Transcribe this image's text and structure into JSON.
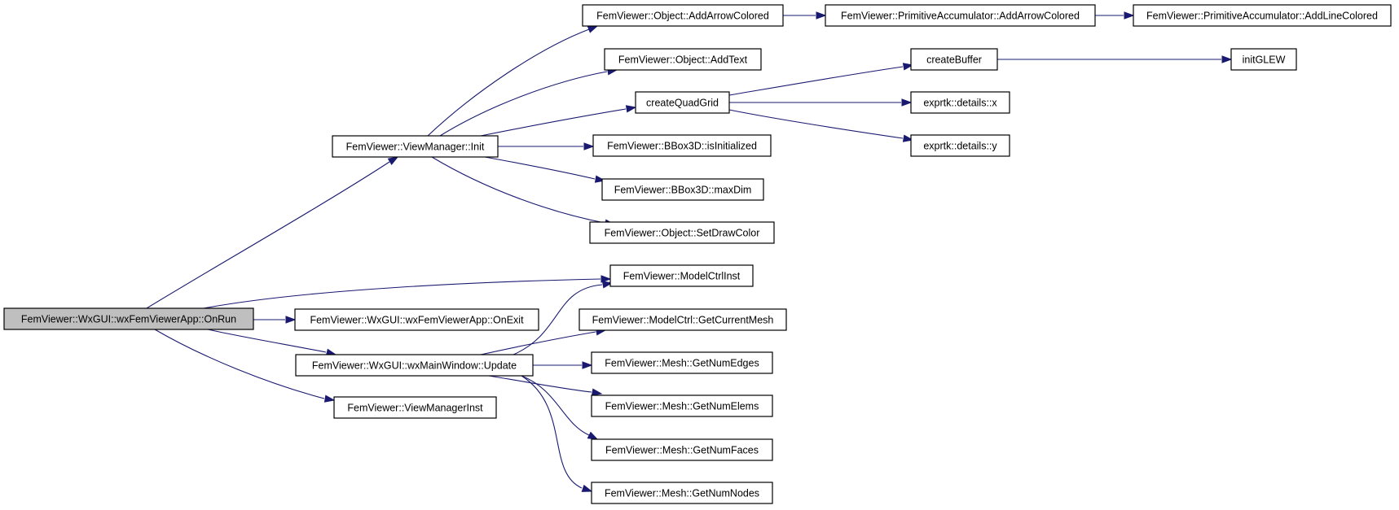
{
  "diagram": {
    "type": "call-graph",
    "root": "onrun",
    "colors": {
      "edge": "#191970",
      "root_fill": "#bfbfbf",
      "node_fill": "#ffffff",
      "node_border": "#000000"
    },
    "nodes": [
      {
        "id": "onrun",
        "label": "FemViewer::WxGUI::wxFemViewerApp::OnRun"
      },
      {
        "id": "init",
        "label": "FemViewer::ViewManager::Init"
      },
      {
        "id": "onexit",
        "label": "FemViewer::WxGUI::wxFemViewerApp::OnExit"
      },
      {
        "id": "update",
        "label": "FemViewer::WxGUI::wxMainWindow::Update"
      },
      {
        "id": "vminst",
        "label": "FemViewer::ViewManagerInst"
      },
      {
        "id": "addarrow",
        "label": "FemViewer::Object::AddArrowColored"
      },
      {
        "id": "addtext",
        "label": "FemViewer::Object::AddText"
      },
      {
        "id": "quadgrid",
        "label": "createQuadGrid"
      },
      {
        "id": "isinit",
        "label": "FemViewer::BBox3D::isInitialized"
      },
      {
        "id": "maxdim",
        "label": "FemViewer::BBox3D::maxDim"
      },
      {
        "id": "setdraw",
        "label": "FemViewer::Object::SetDrawColor"
      },
      {
        "id": "modelctrl",
        "label": "FemViewer::ModelCtrlInst"
      },
      {
        "id": "curmesh",
        "label": "FemViewer::ModelCtrl::GetCurrentMesh"
      },
      {
        "id": "edges",
        "label": "FemViewer::Mesh::GetNumEdges"
      },
      {
        "id": "elems",
        "label": "FemViewer::Mesh::GetNumElems"
      },
      {
        "id": "faces",
        "label": "FemViewer::Mesh::GetNumFaces"
      },
      {
        "id": "nodes",
        "label": "FemViewer::Mesh::GetNumNodes"
      },
      {
        "id": "paarrow",
        "label": "FemViewer::PrimitiveAccumulator::AddArrowColored"
      },
      {
        "id": "paline",
        "label": "FemViewer::PrimitiveAccumulator::AddLineColored"
      },
      {
        "id": "buffer",
        "label": "createBuffer"
      },
      {
        "id": "glew",
        "label": "initGLEW"
      },
      {
        "id": "dx",
        "label": "exprtk::details::x"
      },
      {
        "id": "dy",
        "label": "exprtk::details::y"
      }
    ],
    "edges": [
      {
        "from": "onrun",
        "to": "init"
      },
      {
        "from": "onrun",
        "to": "modelctrl"
      },
      {
        "from": "onrun",
        "to": "onexit"
      },
      {
        "from": "onrun",
        "to": "update"
      },
      {
        "from": "onrun",
        "to": "vminst"
      },
      {
        "from": "init",
        "to": "addarrow"
      },
      {
        "from": "init",
        "to": "addtext"
      },
      {
        "from": "init",
        "to": "quadgrid"
      },
      {
        "from": "init",
        "to": "isinit"
      },
      {
        "from": "init",
        "to": "maxdim"
      },
      {
        "from": "init",
        "to": "setdraw"
      },
      {
        "from": "addarrow",
        "to": "paarrow"
      },
      {
        "from": "paarrow",
        "to": "paline"
      },
      {
        "from": "quadgrid",
        "to": "buffer"
      },
      {
        "from": "quadgrid",
        "to": "dx"
      },
      {
        "from": "quadgrid",
        "to": "dy"
      },
      {
        "from": "buffer",
        "to": "glew"
      },
      {
        "from": "update",
        "to": "modelctrl"
      },
      {
        "from": "update",
        "to": "curmesh"
      },
      {
        "from": "update",
        "to": "edges"
      },
      {
        "from": "update",
        "to": "elems"
      },
      {
        "from": "update",
        "to": "faces"
      },
      {
        "from": "update",
        "to": "nodes"
      }
    ]
  }
}
